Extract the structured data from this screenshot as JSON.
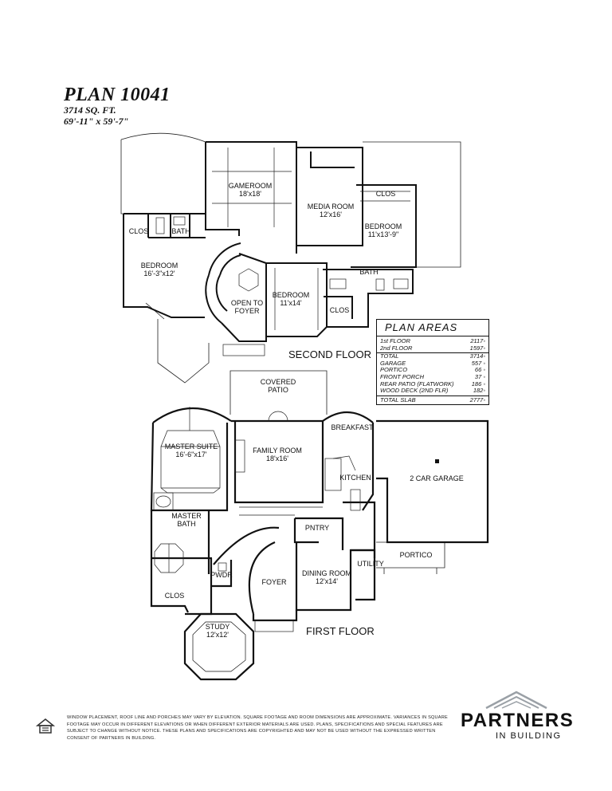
{
  "header": {
    "plan_title": "PLAN 10041",
    "sq_ft": "3714 SQ. FT.",
    "dimensions": "69'-11\" x 59'-7\""
  },
  "floors": {
    "second": "SECOND FLOOR",
    "first": "FIRST FLOOR"
  },
  "rooms_second": {
    "gameroom": "GAMEROOM",
    "gameroom_size": "18'x18'",
    "media": "MEDIA ROOM",
    "media_size": "12'x16'",
    "clos_top": "CLOS",
    "bed3": "BEDROOM",
    "bed3_size": "11'x13'-9\"",
    "clos_left": "CLOS",
    "bath_left": "BATH",
    "bed_left": "BEDROOM",
    "bed_left_size": "16'-3\"x12'",
    "open_foyer_1": "OPEN TO",
    "open_foyer_2": "FOYER",
    "bed_mid": "BEDROOM",
    "bed_mid_size": "11'x14'",
    "bath_right": "BATH",
    "clos_right": "CLOS"
  },
  "rooms_first": {
    "covered_patio_1": "COVERED",
    "covered_patio_2": "PATIO",
    "master_suite": "MASTER SUITE",
    "master_suite_size": "16'-6\"x17'",
    "family": "FAMILY ROOM",
    "family_size": "18'x16'",
    "breakfast": "BREAKFAST",
    "kitchen": "KITCHEN",
    "garage": "2 CAR GARAGE",
    "master_bath_1": "MASTER",
    "master_bath_2": "BATH",
    "pntry": "PNTRY",
    "portico": "PORTICO",
    "utility": "UTILITY",
    "pwdr": "PWDR",
    "foyer": "FOYER",
    "dining": "DINING ROOM",
    "dining_size": "12'x14'",
    "clos": "CLOS",
    "study": "STUDY",
    "study_size": "12'x12'"
  },
  "plan_areas": {
    "title": "PLAN AREAS",
    "rows_top": [
      {
        "label": "1st FLOOR",
        "value": "2117◦"
      },
      {
        "label": "2nd FLOOR",
        "value": "1597◦"
      }
    ],
    "rows_mid": [
      {
        "label": "TOTAL",
        "value": "3714◦"
      },
      {
        "label": "GARAGE",
        "value": "557 ◦"
      },
      {
        "label": "PORTICO",
        "value": "66 ◦"
      },
      {
        "label": "FRONT PORCH",
        "value": "37 ◦"
      },
      {
        "label": "REAR PATIO (FLATWORK)",
        "value": "186 ◦"
      },
      {
        "label": "WOOD DECK (2ND FLR)",
        "value": "182◦"
      }
    ],
    "rows_bottom": [
      {
        "label": "TOTAL SLAB",
        "value": "2777◦"
      }
    ]
  },
  "footer": {
    "disclaimer": "Window placement, roof line and porches may vary by elevation. Square footage and room dimensions are approximate. Variances in square footage may occur in different elevations or when different exterior materials are used. Plans, specifications and special features are subject to change without notice. These plans and specifications are copyrighted and may not be used without the expressed written consent of Partners in Building.",
    "logo_word": "PARTNERS",
    "logo_sub": "IN BUILDING"
  },
  "colors": {
    "ink": "#111111",
    "paper": "#ffffff",
    "roof_logo": "#9aa0a6"
  }
}
